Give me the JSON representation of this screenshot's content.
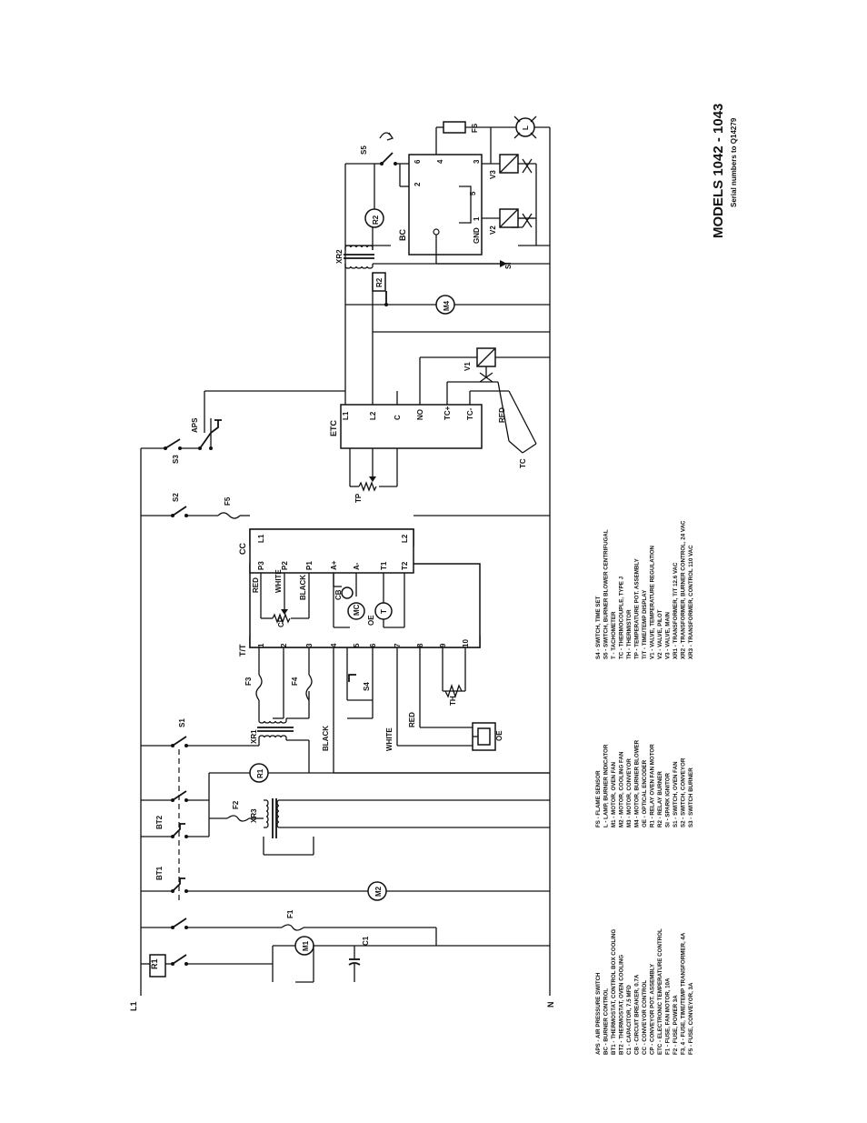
{
  "title": {
    "models": "MODELS 1042 - 1043",
    "serial": "Serial numbers to Q14279"
  },
  "rails": {
    "line": "L1",
    "neutral": "N"
  },
  "components": {
    "R1_contact": "R1",
    "M1": "M1",
    "C1": "C1",
    "F1": "F1",
    "BT1": "BT1",
    "BT2": "BT2",
    "M2": "M2",
    "F2": "F2",
    "XR3": "XR3",
    "R1_coil": "R1",
    "S1": "S1",
    "XR1": "XR1",
    "F3": "F3",
    "F4": "F4",
    "black_xr1": "BLACK",
    "white_xr1": "WHITE",
    "red_oe": "RED",
    "OE_block": "OE",
    "S4": "S4",
    "TH": "TH",
    "TT": "T/T",
    "TT_terminals": [
      "1",
      "2",
      "3",
      "4",
      "5",
      "6",
      "7",
      "8",
      "9",
      "10"
    ],
    "CC": "CC",
    "CC_terminals": [
      "L1",
      "P3",
      "P2",
      "P1",
      "A+",
      "A-",
      "T1",
      "T2",
      "L2"
    ],
    "CP": "CP",
    "cp_red": "RED",
    "cp_white": "WHITE",
    "cp_black": "BLACK",
    "CB": "CB",
    "MC": "MC",
    "OE_motor": "OE",
    "T": "T",
    "S2": "S2",
    "F5": "F5",
    "S3": "S3",
    "APS": "APS",
    "ETC": "ETC",
    "ETC_terminals": [
      "L1",
      "L2",
      "C",
      "NO",
      "TC+",
      "TC-"
    ],
    "TP": "TP",
    "TC": "TC",
    "tc_red": "RED",
    "V1": "V1",
    "M4": "M4",
    "R2_contact": "R2",
    "XR2": "XR2",
    "R2_coil": "R2",
    "S5": "S5",
    "BC": "BC",
    "BC_terminals": [
      "2",
      "6",
      "4",
      "3",
      "5",
      "1",
      "GND"
    ],
    "V2": "V2",
    "V3": "V3",
    "SI": "SI",
    "FS": "FS",
    "L": "L"
  },
  "legend": {
    "col1": [
      "APS  - AIR PRESSURE SWITCH",
      "BC   - BURNER CONTROL",
      "BT1  - THERMOSTAT, CONTROL BOX COOLING",
      "BT2  - THERMOSTAT, OVEN COOLING",
      "C1   - CAPACITOR, 7.5 MFD",
      "CB   - CIRCUIT BREAKER, 0.7A",
      "CC   - CONVEYOR CONTROL",
      "CP   - CONVEYOR POT. ASSEMBLY",
      "ETC  - ELECTRONIC TEMPERATURE CONTROL",
      "F1   - FUSE, FAN MOTOR, 10A",
      "F2   - FUSE, POWER 3A",
      "F3, 4 - FUSE, TIME/TEMP TRANSFORMER, 4A",
      "F5   - FUSE, CONVEYOR, 3A"
    ],
    "col2": [
      "FS   - FLAME SENSOR",
      "L    - LAMP, BURNER INDICATOR",
      "M1   - MOTOR, OVEN FAN",
      "M2   - MOTOR, COOLING FAN",
      "M3   - MOTOR, CONVEYOR",
      "M4   - MOTOR, BURNER BLOWER",
      "OE   - OPTICAL ENCODER",
      "R1   - RELAY OVEN FAN MOTOR",
      "R2   - RELAY BURNER",
      "SI   - SPARK IGNITOR",
      "S1   - SWITCH, OVEN FAN",
      "S2   - SWITCH, CONVEYOR",
      "S3   - SWITCH BURNER"
    ],
    "col3": [
      "S4   - SWITCH, TIME SET",
      "S5   - SWITCH, BURNER BLOWER CENTRIFUGAL",
      "T    - TACHOMETER",
      "TC   - THERMOCOUPLE, TYPE J",
      "TH   - THERMISTOR",
      "TP   - TEMPERATURE POT. ASSEMBLY",
      "T/T  - TIME/TEMP DISPLAY",
      "V1   - VALVE, TEMPERATURE REGULATION",
      "V2   - VALVE, PILOT",
      "V3   - VALVE, MAIN",
      "XR1  - TRANSFORMER, T/T 12.6 VAC",
      "XR2  - TRANSFORMER, BURNER CONTROL, 24 VAC",
      "XR3  - TRANSFORMER, CONTROL 110 VAC"
    ]
  }
}
